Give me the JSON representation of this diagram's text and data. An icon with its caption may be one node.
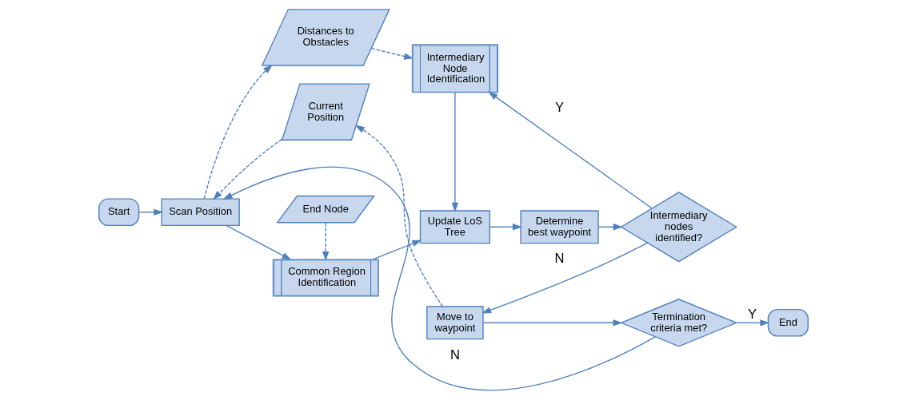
{
  "diagram": {
    "nodes": [
      {
        "text": [
          "Start"
        ]
      },
      {
        "text": [
          "Scan Position"
        ]
      },
      {
        "text": [
          "Distances to Obstacles"
        ]
      },
      {
        "text": [
          "Intermediary Node Identification"
        ]
      },
      {
        "text": [
          "Common Region Identification"
        ]
      },
      {
        "text": [
          "Update LoS Tree"
        ]
      },
      {
        "text": [
          "Determine best waypoint"
        ]
      },
      {
        "text": [
          "Intermediary nodes identified?"
        ]
      },
      {
        "text": [
          "End Node"
        ]
      },
      {
        "text": [
          "Move to waypoint"
        ]
      },
      {
        "text": [
          "Current Position"
        ]
      },
      {
        "text": [
          "Termination criteria met?"
        ]
      },
      {
        "text": [
          "End"
        ]
      }
    ],
    "edges": [
      {
        "from": 0,
        "to": 1,
        "arrow": "to"
      },
      {
        "from": 1,
        "to": 2,
        "arrow": "to",
        "style": "dashed"
      },
      {
        "from": 2,
        "to": 3,
        "arrow": "to",
        "style": "dashed"
      },
      {
        "from": 1,
        "to": 4,
        "arrow": "to"
      },
      {
        "from": 4,
        "to": 5,
        "arrow": "to"
      },
      {
        "from": 3,
        "to": 5,
        "arrow": "to"
      },
      {
        "from": 5,
        "to": 6,
        "arrow": "to"
      },
      {
        "from": 6,
        "to": 7,
        "arrow": "to"
      },
      {
        "from": 7,
        "to": 3,
        "arrow": "to",
        "label": "Y"
      },
      {
        "from": 7,
        "to": 9,
        "arrow": "to",
        "label": "N"
      },
      {
        "from": 8,
        "to": 4,
        "arrow": "to",
        "style": "dashed"
      },
      {
        "from": 9,
        "to": 10,
        "arrow": "to",
        "style": "dashed"
      },
      {
        "from": 10,
        "to": 1,
        "arrow": "to",
        "style": "dashed"
      },
      {
        "from": 9,
        "to": 11,
        "arrow": "to"
      },
      {
        "from": 11,
        "to": 12,
        "arrow": "to",
        "label": "Y"
      },
      {
        "from": 11,
        "to": 1,
        "arrow": "to",
        "label": "N"
      }
    ]
  }
}
